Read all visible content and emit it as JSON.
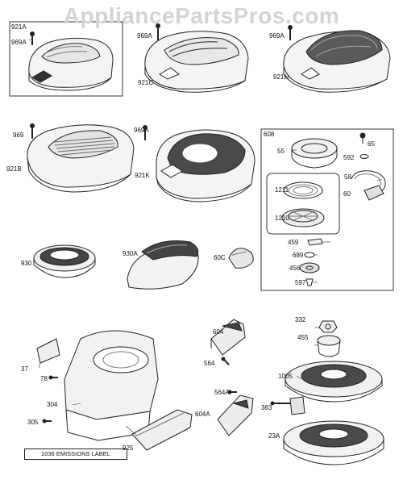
{
  "watermark": "AppliancePartsPros.com",
  "labels": {
    "p921A": "921A",
    "p969A_1": "969A",
    "p969A_2": "969A",
    "p969A_3": "969A",
    "p921C": "921C",
    "p921N": "921N",
    "p969": "969",
    "p921B": "921B",
    "p969A_4": "969A",
    "p921K": "921K",
    "p608": "608",
    "p55": "55",
    "p65": "65",
    "p592": "592",
    "p58": "58",
    "p60": "60",
    "p1211": "1211",
    "p1210": "1210",
    "p930": "930",
    "p930A": "930A",
    "p60C": "60C",
    "p459": "459",
    "p689": "689",
    "p456": "456",
    "p597": "597",
    "p604": "604",
    "p564": "564",
    "p332": "332",
    "p455": "455",
    "p37": "37",
    "p78": "78",
    "p304": "304",
    "p305": "305",
    "p564A": "564A",
    "p604A": "604A",
    "p1005": "1005",
    "p363": "363",
    "p23A": "23A",
    "p925": "925"
  },
  "emissions_label": "1036 EMISSIONS LABEL"
}
